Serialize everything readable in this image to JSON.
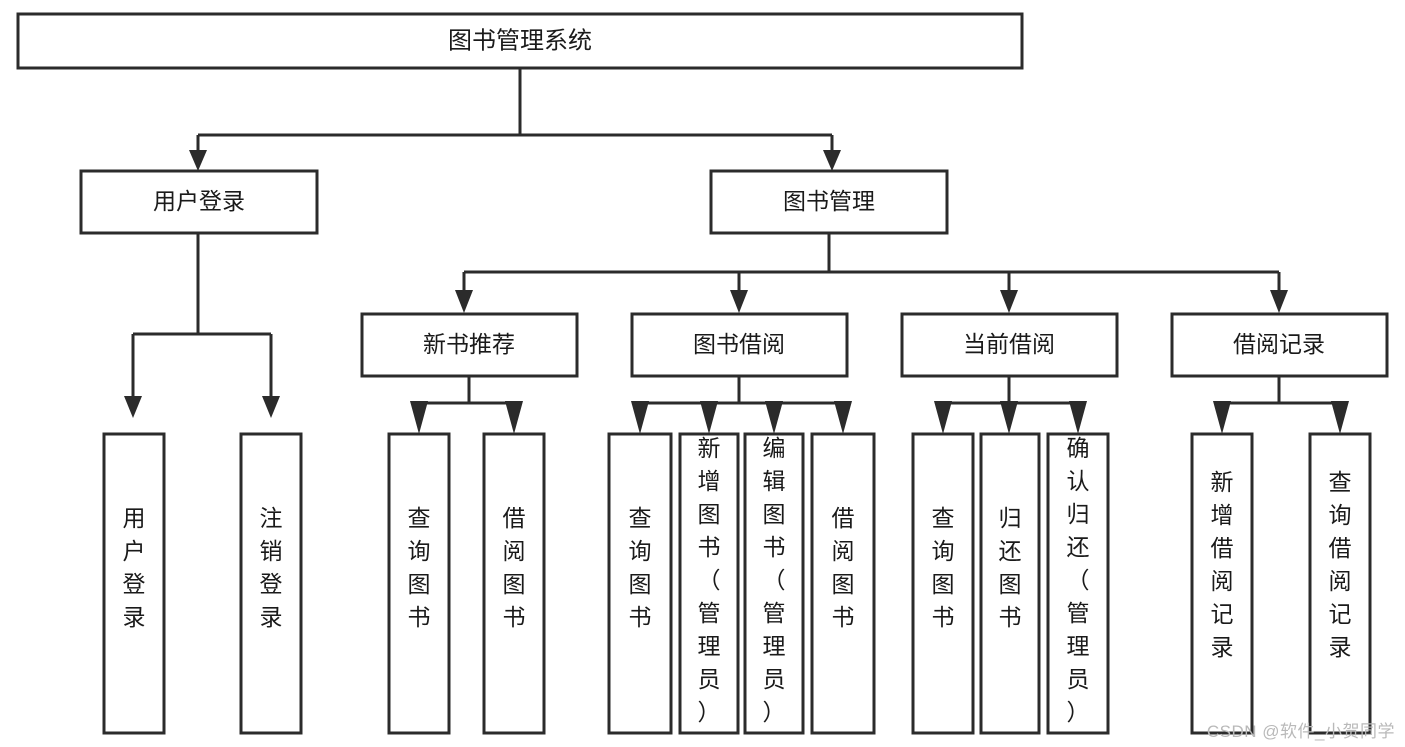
{
  "diagram": {
    "title": "图书管理系统",
    "type": "tree-hierarchy-chart",
    "root": {
      "label": "图书管理系统"
    },
    "level2": [
      {
        "label": "用户登录"
      },
      {
        "label": "图书管理"
      }
    ],
    "level3": [
      {
        "label": "新书推荐"
      },
      {
        "label": "图书借阅"
      },
      {
        "label": "当前借阅"
      },
      {
        "label": "借阅记录"
      }
    ],
    "leaves_user_login": [
      {
        "label": "用户登录"
      },
      {
        "label": "注销登录"
      }
    ],
    "leaves_new_book": [
      {
        "label": "查询图书"
      },
      {
        "label": "借阅图书"
      }
    ],
    "leaves_borrow": [
      {
        "label": "查询图书"
      },
      {
        "label": "新增图书（管理员）"
      },
      {
        "label": "编辑图书（管理员）"
      },
      {
        "label": "借阅图书"
      }
    ],
    "leaves_current": [
      {
        "label": "查询图书"
      },
      {
        "label": "归还图书"
      },
      {
        "label": "确认归还（管理员）"
      }
    ],
    "leaves_records": [
      {
        "label": "新增借阅记录"
      },
      {
        "label": "查询借阅记录"
      }
    ],
    "colors": {
      "box_fill": "#ffffff",
      "box_stroke": "#2b2b2b",
      "connector": "#2b2b2b",
      "text": "#1a1a1a",
      "watermark": "#b9b9b9"
    }
  },
  "watermark": {
    "text": "CSDN @软件_小贺同学"
  }
}
